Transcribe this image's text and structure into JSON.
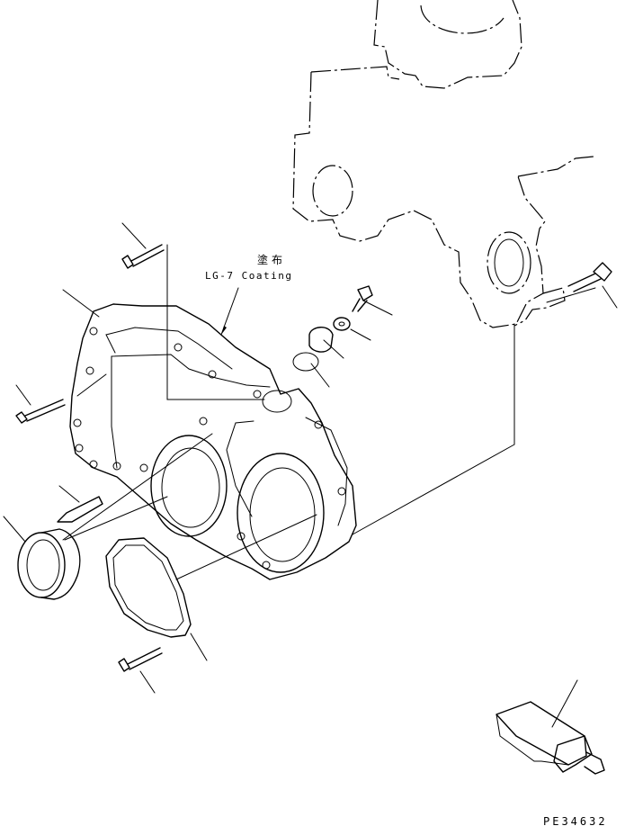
{
  "annotation": {
    "jp_text": "塗布",
    "coating": "LG-7 Coating"
  },
  "drawing_code": "PE34632",
  "parts": [
    {
      "name": "engine-block-outline"
    },
    {
      "name": "front-cover"
    },
    {
      "name": "gasket"
    },
    {
      "name": "oil-seal"
    },
    {
      "name": "dowel-pin"
    },
    {
      "name": "bolt"
    },
    {
      "name": "breather-cap"
    },
    {
      "name": "washer"
    },
    {
      "name": "installer-tool"
    }
  ]
}
